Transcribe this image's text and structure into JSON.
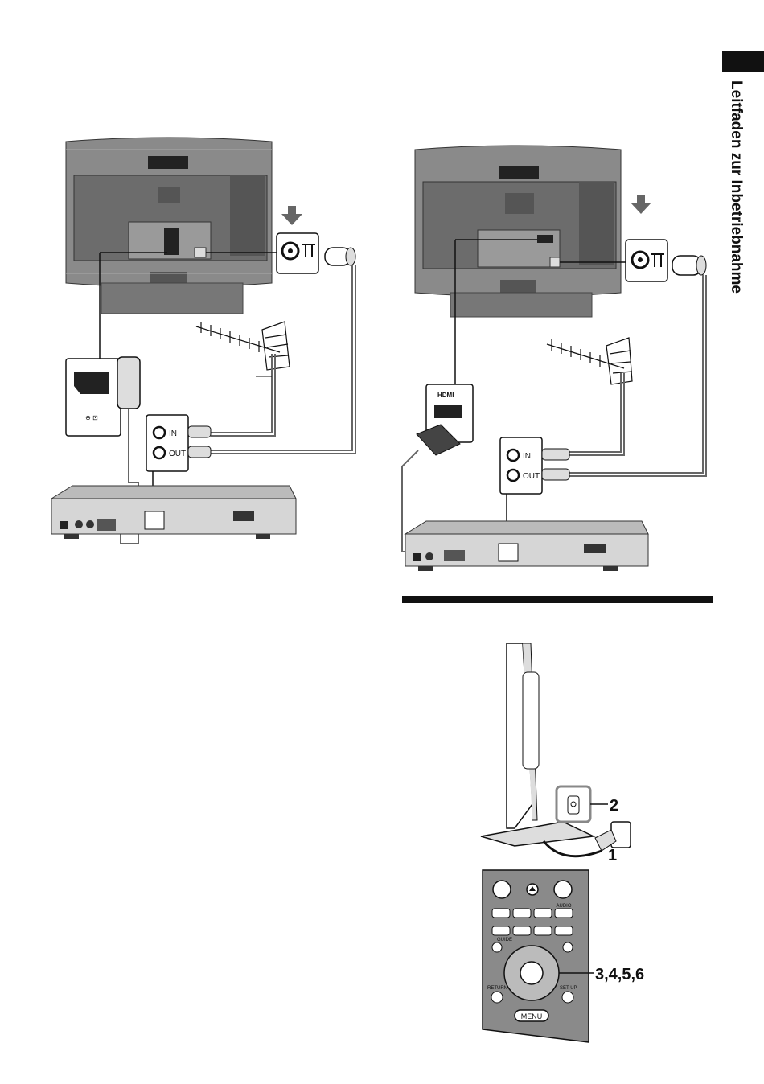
{
  "section_title": "Leitfaden zur Inbetriebnahme",
  "diagram_left": {
    "in_label": "IN",
    "out_label": "OUT"
  },
  "diagram_right": {
    "hdmi_label": "HDMI",
    "in_label": "IN",
    "out_label": "OUT"
  },
  "setup": {
    "callout_1": "1",
    "callout_2": "2",
    "callout_steps": "3,4,5,6",
    "remote_menu_label": "MENU",
    "remote_audio_label": "AUDIO",
    "remote_guide_label": "GUIDE",
    "remote_return_label": "RETURN",
    "remote_setup_label": "SET UP"
  },
  "colors": {
    "ink": "#111111",
    "tv_body": "#8a8a8a",
    "tv_dark": "#5e5e5e",
    "panel_light": "#d6d6d6"
  }
}
